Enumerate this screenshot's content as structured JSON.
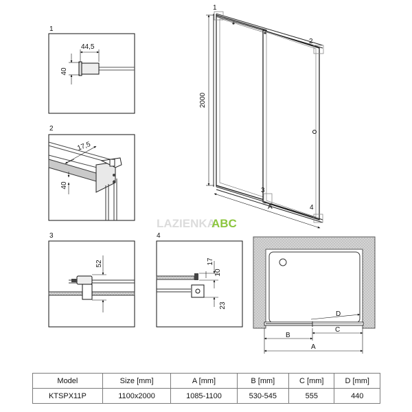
{
  "detail_labels": {
    "d1": "1",
    "d2": "2",
    "d3": "3",
    "d4": "4"
  },
  "callouts": {
    "c1": "1",
    "c2": "2",
    "c3": "3",
    "c4": "4"
  },
  "dimensions": {
    "d1_width": "44,5",
    "d1_height": "40",
    "d2_width": "17,5",
    "d2_height": "40",
    "d3_height": "52",
    "d4_a": "17",
    "d4_b": "10",
    "d4_c": "23",
    "height_total": "2000",
    "iso_a": "A",
    "plan_a": "A",
    "plan_b": "B",
    "plan_c": "C",
    "plan_d": "D"
  },
  "watermark": {
    "pale": "LAZIENKA",
    "brand": "ABC"
  },
  "table": {
    "headers": [
      "Model",
      "Size [mm]",
      "A [mm]",
      "B [mm]",
      "C [mm]",
      "D [mm]"
    ],
    "rows": [
      [
        "KTSPX11P",
        "1100x2000",
        "1085-1100",
        "530-545",
        "555",
        "440"
      ]
    ]
  },
  "colors": {
    "line": "#1a1a1a",
    "wall": "#cfcfcf",
    "brand": "#8cc63f"
  }
}
